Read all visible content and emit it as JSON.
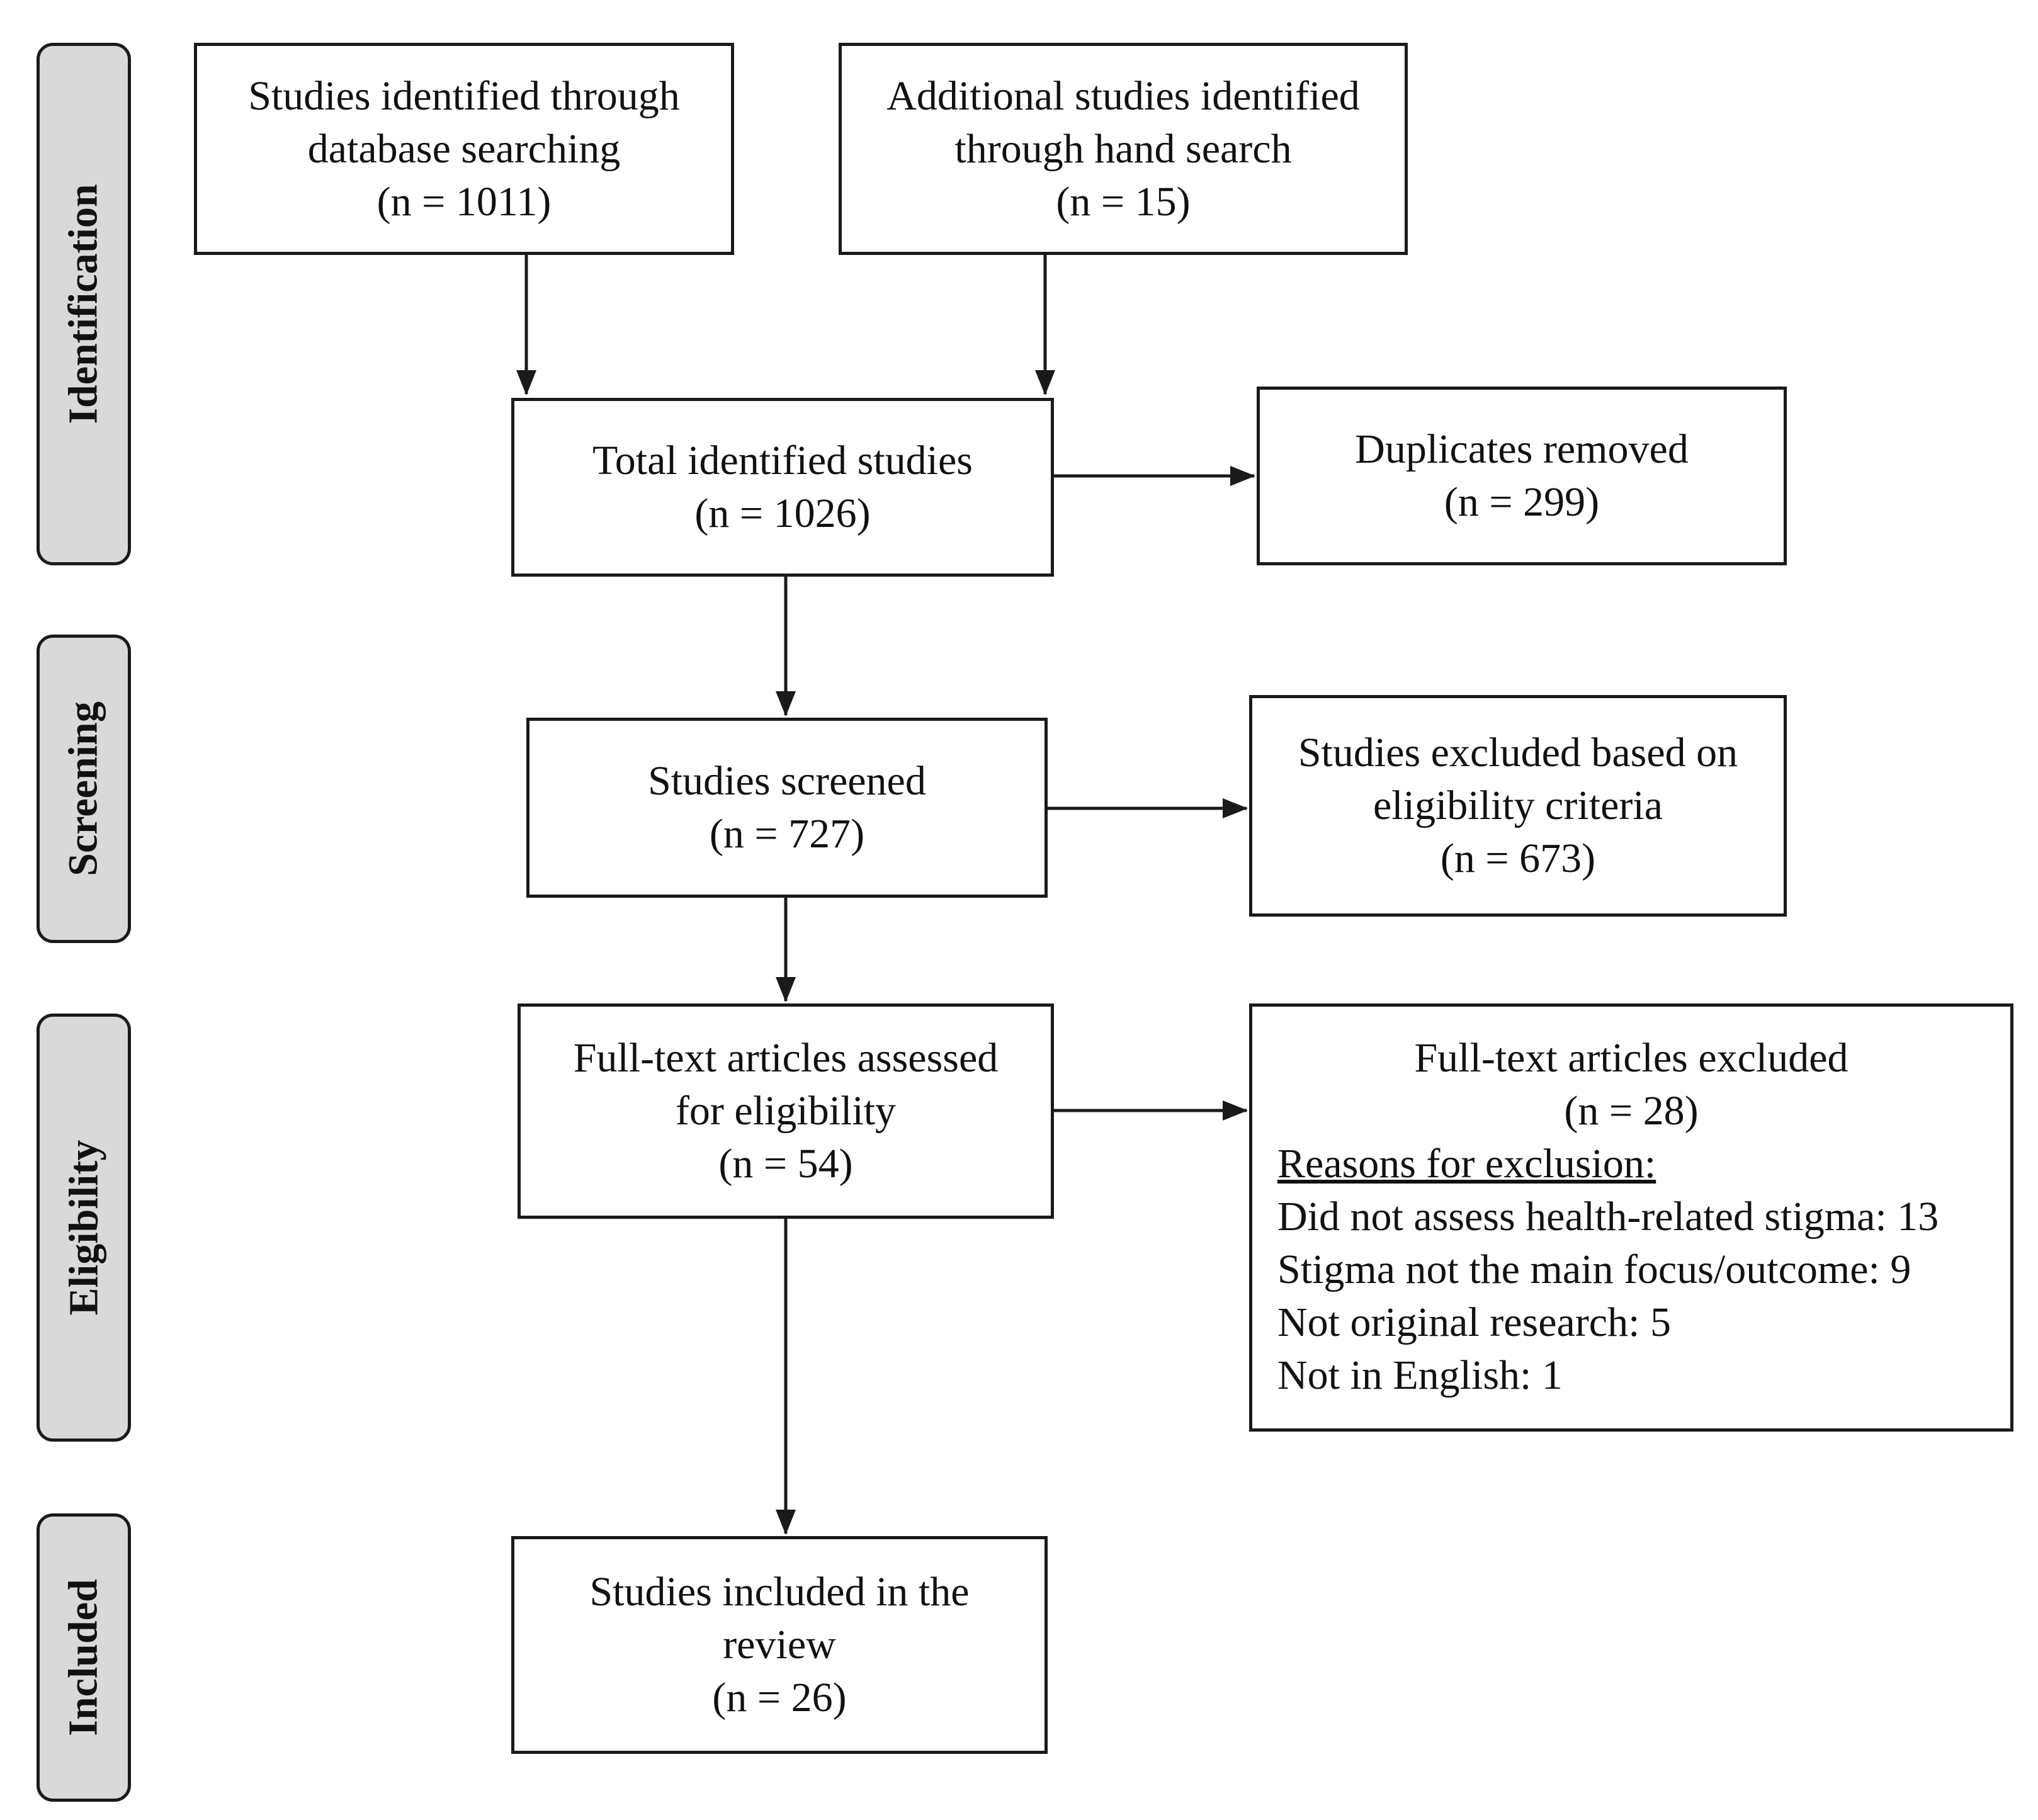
{
  "stages": {
    "identification": "Identification",
    "screening": "Screening",
    "eligibility": "Eligibility",
    "included": "Included"
  },
  "boxes": {
    "database_search": {
      "lines": [
        "Studies identified through",
        "database searching",
        "(n = 1011)"
      ]
    },
    "hand_search": {
      "lines": [
        "Additional studies identified",
        "through hand search",
        "(n = 15)"
      ]
    },
    "total_identified": {
      "lines": [
        "Total identified studies",
        "(n = 1026)"
      ]
    },
    "duplicates_removed": {
      "lines": [
        "Duplicates removed",
        "(n = 299)"
      ]
    },
    "screened": {
      "lines": [
        "Studies screened",
        "(n = 727)"
      ]
    },
    "excluded_eligibility": {
      "lines": [
        "Studies excluded based on",
        "eligibility criteria",
        "(n = 673)"
      ]
    },
    "full_text_assessed": {
      "lines": [
        "Full-text articles assessed",
        "for eligibility",
        "(n = 54)"
      ]
    },
    "full_text_excluded": {
      "title": "Full-text articles excluded",
      "count": "(n = 28)",
      "reasons_heading": "Reasons for exclusion:",
      "reasons": [
        "Did not assess health-related stigma: 13",
        "Stigma not the main focus/outcome: 9",
        "Not original research: 5",
        "Not in English: 1"
      ]
    },
    "included_review": {
      "lines": [
        "Studies included in the",
        "review",
        "(n = 26)"
      ]
    }
  },
  "colors": {
    "stroke": "#1a1a1a",
    "stage_fill": "#d9d9d9",
    "box_fill": "#ffffff"
  }
}
